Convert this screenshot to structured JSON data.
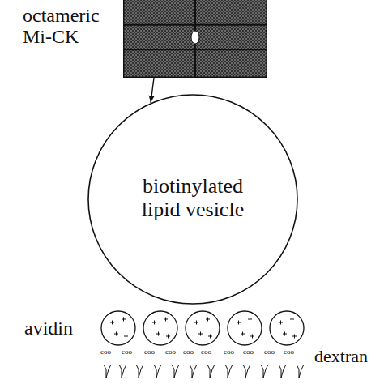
{
  "diagram": {
    "nodes": [
      {
        "text": [
          "octameric Mi-CK"
        ]
      },
      {
        "text": [
          "biotinylated lipid vesicle"
        ]
      }
    ],
    "edges": [
      {
        "from": 0,
        "to": 1,
        "arrow": "to"
      }
    ],
    "labels": [
      "avidin",
      "dextran",
      "coo-",
      "coo-",
      "coo-",
      "coo-",
      "coo-",
      "coo-",
      "coo-",
      "coo-",
      "coo-",
      "coo-"
    ]
  }
}
